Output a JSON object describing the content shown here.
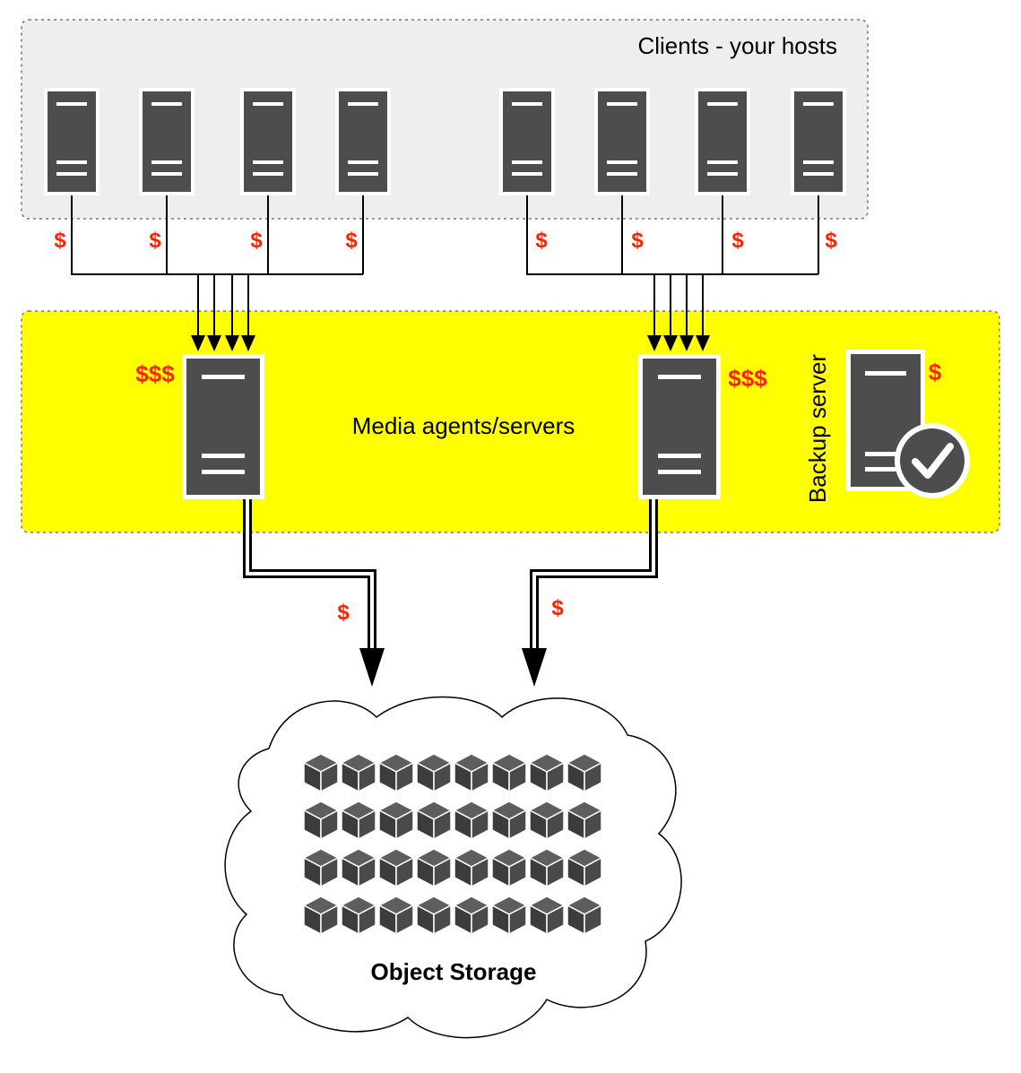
{
  "zones": {
    "clients_label": "Clients - your hosts",
    "media_label": "Media agents/servers",
    "backup_label": "Backup server"
  },
  "storage": {
    "label": "Object Storage"
  },
  "costs": {
    "client_link": "$",
    "media_agent": "$$$",
    "backup_server": "$",
    "storage_link": "$"
  },
  "colors": {
    "clients_zone_fill": "#eeeeee",
    "media_zone_fill": "#ffff00",
    "server_fill": "#4d4d4d",
    "cost_text": "#ff2200"
  }
}
